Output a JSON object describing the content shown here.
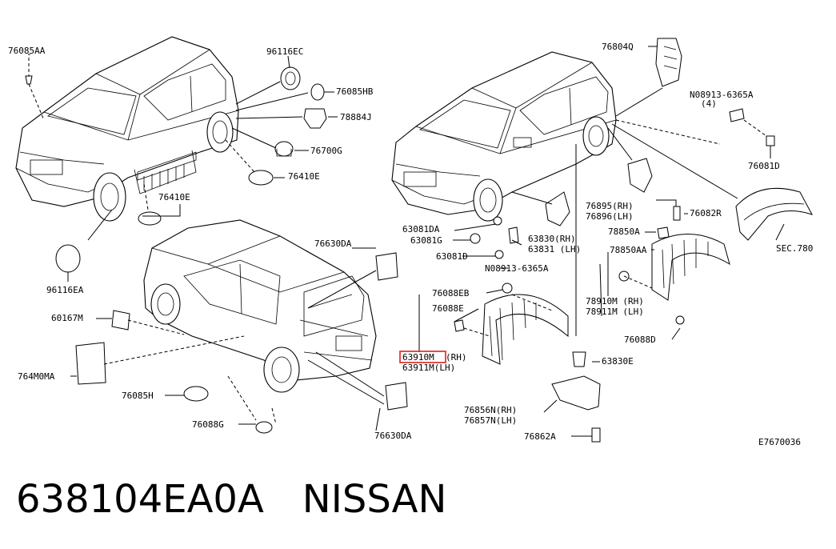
{
  "labels": {
    "l_76085AA": "76085AA",
    "l_96116EC": "96116EC",
    "l_76085HB": "76085HB",
    "l_78884J": "78884J",
    "l_76700G": "76700G",
    "l_76410E_a": "76410E",
    "l_76410E_b": "76410E",
    "l_96116EA": "96116EA",
    "l_76630DA_a": "76630DA",
    "l_76630DA_b": "76630DA",
    "l_60167M": "60167M",
    "l_764M0MA": "764M0MA",
    "l_76085H": "76085H",
    "l_76088G": "76088G",
    "l_76804Q": "76804Q",
    "l_08913_a": "N08913-6365A",
    "l_qty4": "(4)",
    "l_76081D": "76081D",
    "l_76895": "76895(RH)",
    "l_76896": "76896(LH)",
    "l_76082R": "76082R",
    "l_SEC780": "SEC.780",
    "l_63081DA": "63081DA",
    "l_63081G": "63081G",
    "l_63081D": "63081D",
    "l_63830": "63830(RH)",
    "l_63831": "63831 (LH)",
    "l_08913_b": "N08913-6365A",
    "l_78850A": "78850A",
    "l_78850AA": "78850AA",
    "l_76088EB": "76088EB",
    "l_76088E": "76088E",
    "l_63910M_code": "63910M",
    "l_63910M_side": "(RH)",
    "l_63911M": "63911M(LH)",
    "l_78910M": "78910M (RH)",
    "l_78911M": "78911M (LH)",
    "l_76088D": "76088D",
    "l_63830E": "63830E",
    "l_76856N": "76856N(RH)",
    "l_76857N": "76857N(LH)",
    "l_76862A": "76862A",
    "l_E7670036": "E7670036"
  },
  "highlight_color": "#e0201b",
  "caption": {
    "part_number": "638104EA0A",
    "brand": "NISSAN"
  }
}
